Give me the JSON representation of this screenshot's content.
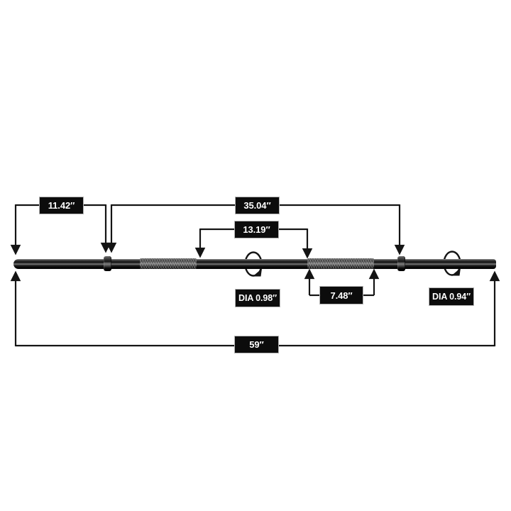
{
  "colors": {
    "background": "#ffffff",
    "line": "#141414",
    "label_bg": "#0c0c0c",
    "label_text": "#ffffff",
    "bar_dark": "#0a0a0a",
    "knurl_gray": "#6f6f6f"
  },
  "labels": {
    "sleeve_left": "11.42″",
    "between_collars": "35.04″",
    "center_section": "13.19″",
    "grip_section": "7.48″",
    "dia_center": "DIA 0.98″",
    "dia_sleeve": "DIA 0.94″",
    "overall": "59″"
  }
}
